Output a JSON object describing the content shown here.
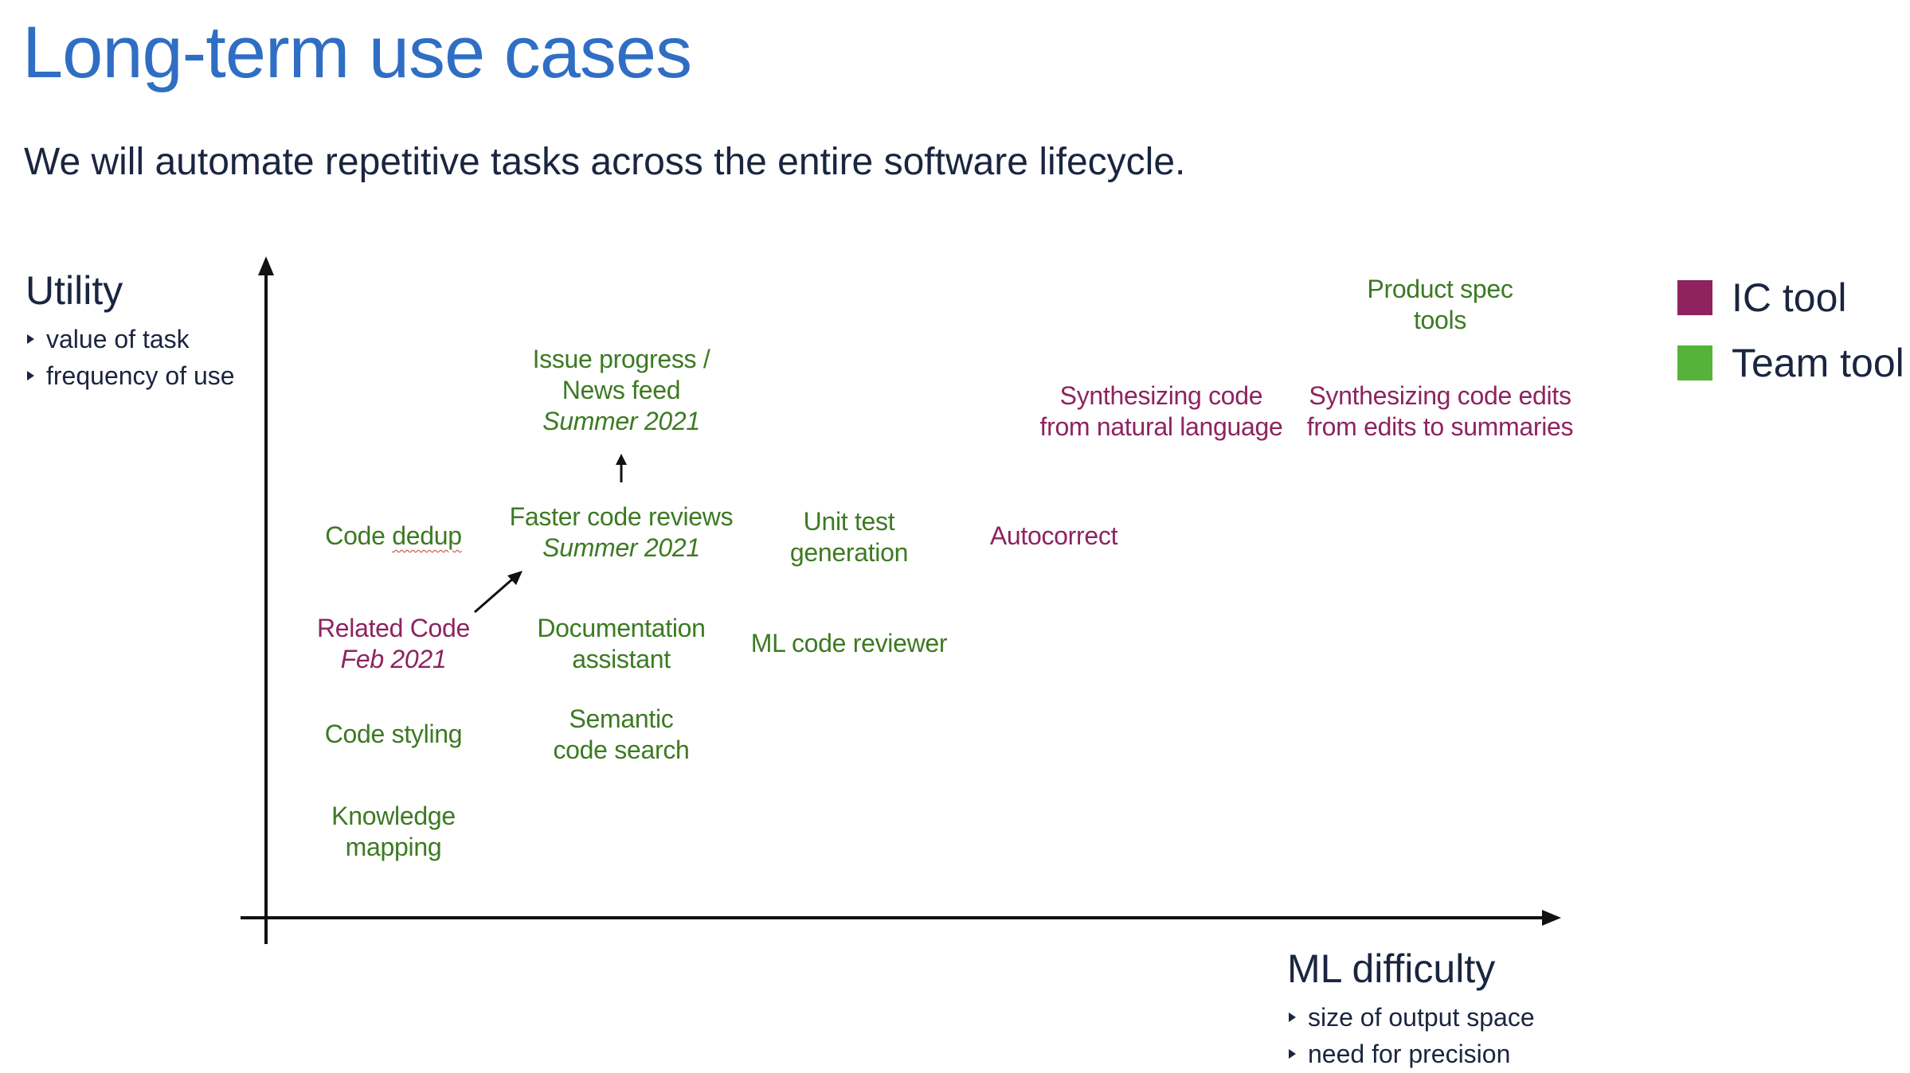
{
  "title": "Long-term use cases",
  "subtitle": "We will automate repetitive tasks across the entire software lifecycle.",
  "y_axis": {
    "title": "Utility",
    "bullets": [
      "value of task",
      "frequency of use"
    ]
  },
  "x_axis": {
    "title": "ML difficulty",
    "bullets": [
      "size of output space",
      "need for precision"
    ]
  },
  "legend": [
    {
      "label": "IC tool",
      "color": "#8e2360"
    },
    {
      "label": "Team tool",
      "color": "#56b33a"
    }
  ],
  "items": [
    {
      "kind": "team",
      "lines": [
        "Code dedup"
      ],
      "squiggle": "dedup",
      "italic": null
    },
    {
      "kind": "ic",
      "lines": [
        "Related Code"
      ],
      "italic": "Feb 2021"
    },
    {
      "kind": "team",
      "lines": [
        "Code styling"
      ],
      "italic": null
    },
    {
      "kind": "team",
      "lines": [
        "Knowledge",
        "mapping"
      ],
      "italic": null
    },
    {
      "kind": "team",
      "lines": [
        "Issue progress /",
        "News feed"
      ],
      "italic": "Summer 2021"
    },
    {
      "kind": "team",
      "lines": [
        "Faster code reviews"
      ],
      "italic": "Summer 2021"
    },
    {
      "kind": "team",
      "lines": [
        "Documentation",
        "assistant"
      ],
      "italic": null
    },
    {
      "kind": "team",
      "lines": [
        "Semantic",
        "code search"
      ],
      "italic": null
    },
    {
      "kind": "team",
      "lines": [
        "Unit test",
        "generation"
      ],
      "italic": null
    },
    {
      "kind": "team",
      "lines": [
        "ML code reviewer"
      ],
      "italic": null
    },
    {
      "kind": "ic",
      "lines": [
        "Autocorrect"
      ],
      "italic": null
    },
    {
      "kind": "ic",
      "lines": [
        "Synthesizing code",
        "from natural language"
      ],
      "italic": null
    },
    {
      "kind": "team",
      "lines": [
        "Product spec",
        "tools"
      ],
      "italic": null
    },
    {
      "kind": "ic",
      "lines": [
        "Synthesizing code edits",
        "from edits to summaries"
      ],
      "italic": null
    }
  ]
}
